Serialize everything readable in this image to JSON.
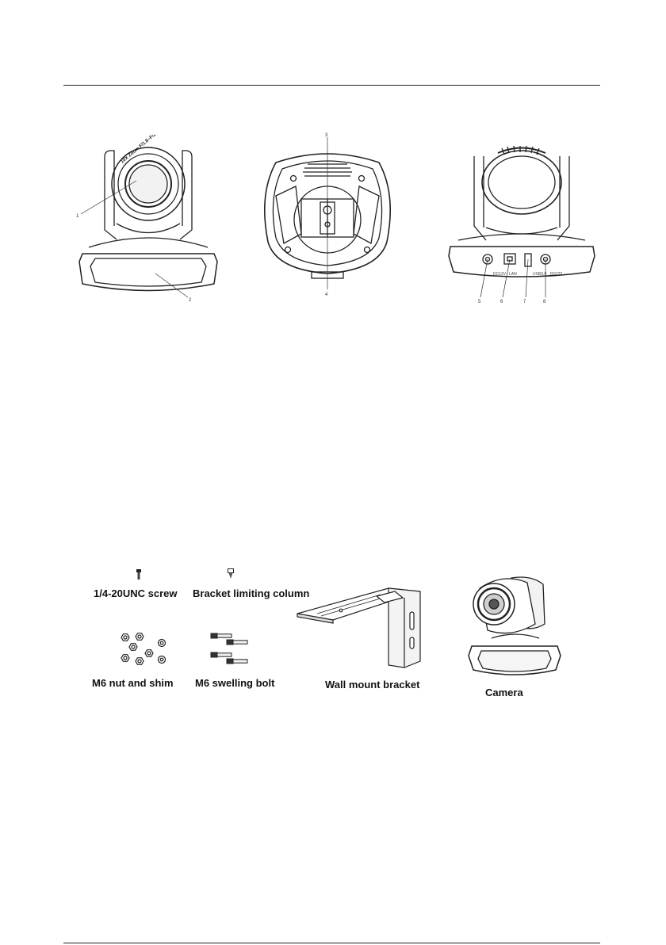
{
  "figure_views": {
    "front": {
      "callouts": [
        "1",
        "2"
      ],
      "lens_text": "10X Zoom  F/1.8~F/2.8  f=4.7mm~47mm"
    },
    "bottom": {
      "callouts": [
        "3",
        "4"
      ]
    },
    "rear": {
      "callouts": [
        "5",
        "6",
        "7",
        "8"
      ],
      "port_labels": [
        "DC12V",
        "LAN",
        "USB3.0",
        "RS232"
      ]
    }
  },
  "package_items": [
    {
      "label": "1/4-20UNC screw",
      "icon": "screw-icon"
    },
    {
      "label": "Bracket limiting column",
      "icon": "column-icon"
    },
    {
      "label": "M6 nut and shim",
      "icon": "nut-icon"
    },
    {
      "label": "M6 swelling bolt",
      "icon": "bolt-icon"
    },
    {
      "label": "Wall mount bracket",
      "icon": "bracket-icon"
    },
    {
      "label": "Camera",
      "icon": "camera-icon"
    }
  ]
}
